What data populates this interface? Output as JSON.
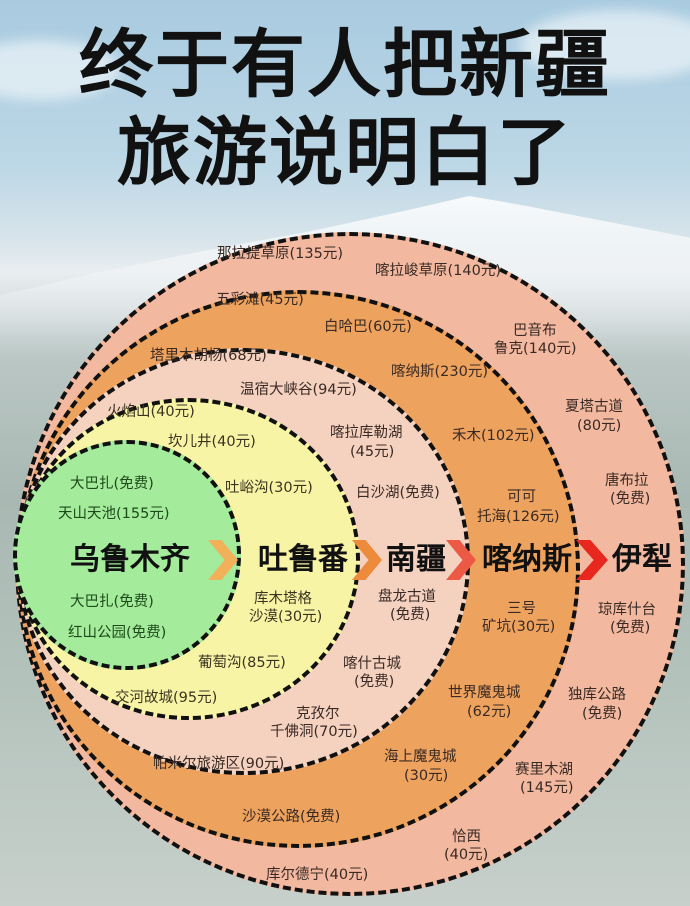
{
  "title": {
    "line1": "终于有人把新疆",
    "line2": "旅游说明白了"
  },
  "regions": [
    {
      "name": "乌鲁木齐",
      "color": "#a4eb9c"
    },
    {
      "name": "吐鲁番",
      "color": "#f8f4a6"
    },
    {
      "name": "南疆",
      "color": "#f5d2c0"
    },
    {
      "name": "喀纳斯",
      "color": "#eda25e"
    },
    {
      "name": "伊犁",
      "color": "#f2b9a0"
    }
  ],
  "arrows": [
    {
      "color": "#f3b05a"
    },
    {
      "color": "#ee8a3c"
    },
    {
      "color": "#ec5a45"
    },
    {
      "color": "#e8281e"
    }
  ],
  "spots": {
    "urumqi": [
      "大巴扎(免费)",
      "天山天池(155元)",
      "大巴扎(免费)",
      "红山公园(免费)"
    ],
    "turpan": [
      "火焰山(40元)",
      "坎儿井(40元)",
      "吐峪沟(30元)",
      "库木塔格",
      "沙漠(30元)",
      "葡萄沟(85元)",
      "交河故城(95元)"
    ],
    "south": [
      "塔里木胡杨(68元)",
      "温宿大峡谷(94元)",
      "喀拉库勒湖",
      "(45元)",
      "白沙湖(免费)",
      "盘龙古道",
      "(免费)",
      "喀什古城",
      "(免费)",
      "克孜尔",
      "千佛洞(70元)",
      "帕米尔旅游区(90元)"
    ],
    "kanas": [
      "五彩滩(45元)",
      "白哈巴(60元)",
      "喀纳斯(230元)",
      "禾木(102元)",
      "可可",
      "托海(126元)",
      "三号",
      "矿坑(30元)",
      "世界魔鬼城",
      "(62元)",
      "海上魔鬼城",
      "(30元)",
      "沙漠公路(免费)"
    ],
    "ili": [
      "那拉提草原(135元)",
      "喀拉峻草原(140元)",
      "巴音布",
      "鲁克(140元)",
      "夏塔古道",
      "(80元)",
      "唐布拉",
      "(免费)",
      "琼库什台",
      "(免费)",
      "独库公路",
      "(免费)",
      "赛里木湖",
      "(145元)",
      "恰西",
      "(40元)",
      "库尔德宁(40元)"
    ]
  }
}
